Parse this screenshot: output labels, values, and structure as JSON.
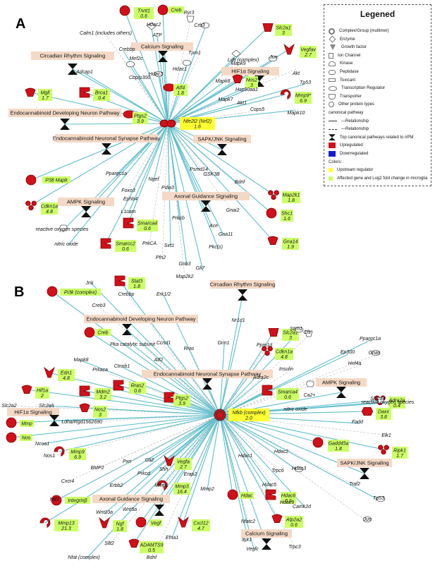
{
  "colors": {
    "edge": "#5fbfcc",
    "edge_dashed": "#b9b9b9",
    "upregulated": "#d0101a",
    "downregulated": "#1a1ad0",
    "upstream": "#ffff33",
    "affected": "#ccff66",
    "pathway_box": "#f4d9c6",
    "hourglass": "#111111"
  },
  "panel_a": {
    "letter": "A"
  },
  "panel_b": {
    "letter": "B"
  },
  "legend": {
    "title": "Legened",
    "items": [
      {
        "label": "Complex/Group (multimer)",
        "icon": "double-circle-icon"
      },
      {
        "label": "Enzyme",
        "icon": "diamond-icon"
      },
      {
        "label": "Growth factor",
        "icon": "growth-factor-icon"
      },
      {
        "label": "Ion Channel",
        "icon": "ion-channel-icon"
      },
      {
        "label": "Kinase",
        "icon": "kinase-icon"
      },
      {
        "label": "Peptidase",
        "icon": "peptidase-icon"
      },
      {
        "label": "Toxicant",
        "icon": "toxicant-icon"
      },
      {
        "label": "Transcription Regulator",
        "icon": "ellipse-icon"
      },
      {
        "label": "Transporter",
        "icon": "trapezoid-icon"
      },
      {
        "label": "Other protein types",
        "icon": "circle-icon"
      },
      {
        "label": "canonical pathway",
        "icon": "none"
      },
      {
        "label": "Relationship",
        "icon": "solid-line-icon"
      },
      {
        "label": "Relationship",
        "icon": "dashed-line-icon"
      },
      {
        "label": "Top canonical pathways related to nPM",
        "icon": "hourglass-icon"
      },
      {
        "label": "Upregulated",
        "icon": "red-box-icon"
      },
      {
        "label": "Downregulated",
        "icon": "blue-box-icon"
      },
      {
        "label": "Colors:",
        "icon": "none"
      },
      {
        "label": "Upstream regulator",
        "icon": "yellow-box-icon"
      },
      {
        "label": "Affected gene and Log2 fold change in microglia",
        "icon": "green-box-icon"
      }
    ]
  },
  "a_hub": {
    "label": "Nfe2l2 (Nrf2)",
    "value": "1.6"
  },
  "a_pathways": [
    "Circadian Rhythm Signaling",
    "Calcium Signaling",
    "HIF1α Signaling",
    "Endocannabinoid Developing Neuron Pathway",
    "Endocannabinoid Neuronal Synapse Pathway",
    "SAPK/JNK Signaling",
    "AMPK Signaling",
    "Axonal Guidance Signaling"
  ],
  "a_genes": [
    {
      "label": "Tnnt1",
      "value": "0.6"
    },
    {
      "label": "Creb",
      "value": ""
    },
    {
      "label": "Atf4",
      "value": "1.8"
    },
    {
      "label": "Slc2a1",
      "value": "3"
    },
    {
      "label": "Vegfav",
      "value": "2.7"
    },
    {
      "label": "Nos2",
      "value": "3"
    },
    {
      "label": "Mmp9*",
      "value": "6.9"
    },
    {
      "label": "Mgll",
      "value": "1.7"
    },
    {
      "label": "Brca1",
      "value": "0.4"
    },
    {
      "label": "Ptgs2",
      "value": "3.9"
    },
    {
      "label": "P38 Mapk",
      "value": ""
    },
    {
      "label": "Cdkn1a",
      "value": "4.8"
    },
    {
      "label": "Smarca4",
      "value": "0.6"
    },
    {
      "label": "Smarcc2",
      "value": "0.6"
    },
    {
      "label": "Map2k1",
      "value": "1.8"
    },
    {
      "label": "Shc1",
      "value": "1.6"
    },
    {
      "label": "Gna14",
      "value": "1.9"
    }
  ],
  "a_plain": [
    "Ryr3",
    "Hdac2",
    "Crb3",
    "Calm1 (includes others)",
    "ATP",
    "Crebbp",
    "Tpm1",
    "Mef2c",
    "Hdac1",
    "Cbp/p300",
    "Hdac3",
    "Adcap1",
    "Ldh (complex)",
    "Mapk9",
    "Jun",
    "Akt",
    "Mapk8",
    "Hsp90aa1",
    "Mapk7",
    "Akt1",
    "Tp53",
    "Cops5",
    "Mapk10",
    "Ppargc1a",
    "Foxo3",
    "Ngef",
    "Pdia3",
    "GSK3B",
    "Psmd14",
    "Bdnf",
    "Ephb4",
    "L1cam",
    "Prkcb",
    "Gnai2",
    "Ace",
    "Gna11",
    "PrkCA",
    "Pkc(s)",
    "Sirt1",
    "Pfn2",
    "Gnb3",
    "Gli7",
    "Map2k2",
    "reactive oxygen species",
    "nitric oxide"
  ],
  "b_hub": {
    "label": "Nfkb (complex)",
    "value": "2.0"
  },
  "b_pathways": [
    "Circadian Rhythm Signaling",
    "Endocannabinoid Developing Neuron Pathway",
    "Endocannabinoid Neuronal Synapse Pathway",
    "AMPK Signaling",
    "HIF1α Signaling",
    "Axonal Guidance Signaling",
    "Calcium Signaling",
    "SAPK/JNK Signaling"
  ],
  "b_genes": [
    {
      "label": "Pi3k (complex)",
      "value": ""
    },
    {
      "label": "Stat3",
      "value": "1.8"
    },
    {
      "label": "Creb",
      "value": ""
    },
    {
      "label": "Slc2a1",
      "value": "3"
    },
    {
      "label": "Cdkn1a",
      "value": "4.8"
    },
    {
      "label": "Edn1",
      "value": "4.8"
    },
    {
      "label": "Hif1a",
      "value": "2"
    },
    {
      "label": "Mdm2",
      "value": "3.2"
    },
    {
      "label": "Rras2",
      "value": "0.6"
    },
    {
      "label": "Ptgs2",
      "value": "3.9"
    },
    {
      "label": "Smarca4",
      "value": "0.6"
    },
    {
      "label": "Adra2a",
      "value": "0.4"
    },
    {
      "label": "Nos2",
      "value": "3"
    },
    {
      "label": "Daxx",
      "value": "3.8"
    },
    {
      "label": "Mmp",
      "value": ""
    },
    {
      "label": "Nos",
      "value": ""
    },
    {
      "label": "Gadd45a",
      "value": "1.8"
    },
    {
      "label": "Mmp9",
      "value": "6.9"
    },
    {
      "label": "Ripk1",
      "value": "1.7"
    },
    {
      "label": "Vegfa",
      "value": "2.7"
    },
    {
      "label": "Integrinβ",
      "value": ""
    },
    {
      "label": "Hdac",
      "value": ""
    },
    {
      "label": "Hdac6",
      "value": "0.6"
    },
    {
      "label": "Mmp3",
      "value": "16.4"
    },
    {
      "label": "Mmp13",
      "value": "21.3"
    },
    {
      "label": "Ngf",
      "value": "1.8"
    },
    {
      "label": "Vegf",
      "value": ""
    },
    {
      "label": "Cxcl12",
      "value": "4.7"
    },
    {
      "label": "Atp2a2",
      "value": "0.6"
    },
    {
      "label": "ADAMTS9",
      "value": "0.5"
    }
  ],
  "b_plain": [
    "Jnk",
    "Crebbp",
    "Erk1/2",
    "Creb3",
    "Nr1d1",
    "Ccnd1",
    "Pka catalytic subunit",
    "Rras",
    "Grin1",
    "Ppm1d",
    "Stim1",
    "Cftr",
    "Ppargc1a",
    "Gnas",
    "Ep300",
    "Hnf4a",
    "Ctnnb1",
    "Atf2",
    "Mapk8",
    "Prkaca",
    "Adra2c",
    "Insulin",
    "Slc2a4",
    "Ca2+",
    "reactive oxygen species",
    "Slc2a2",
    "Slc2a5",
    "Ldha/Rgd1562690",
    "Fadd",
    "Elk1",
    "Ncoa1",
    "Nos1",
    "nitric oxide",
    "Pxn",
    "Gli2",
    "BMP2",
    "Prkcd",
    "Shh",
    "Erap2",
    "Hdac1",
    "Hdac2",
    "Trpc6",
    "Hdac3",
    "Traf2",
    "Tp53",
    "Cxcr4",
    "Erbb2",
    "Mmp1",
    "Hdac5",
    "Hdac9",
    "Camk2d",
    "Jun",
    "Mmp2",
    "Ntf3",
    "Wnt10a",
    "Nfatc2",
    "Itpr1",
    "Wnt5a",
    "Efna1",
    "Sllt2",
    "Vegfc",
    "Trpc3",
    "Nfat (complex)",
    "Bdnf",
    "Itgb1"
  ]
}
